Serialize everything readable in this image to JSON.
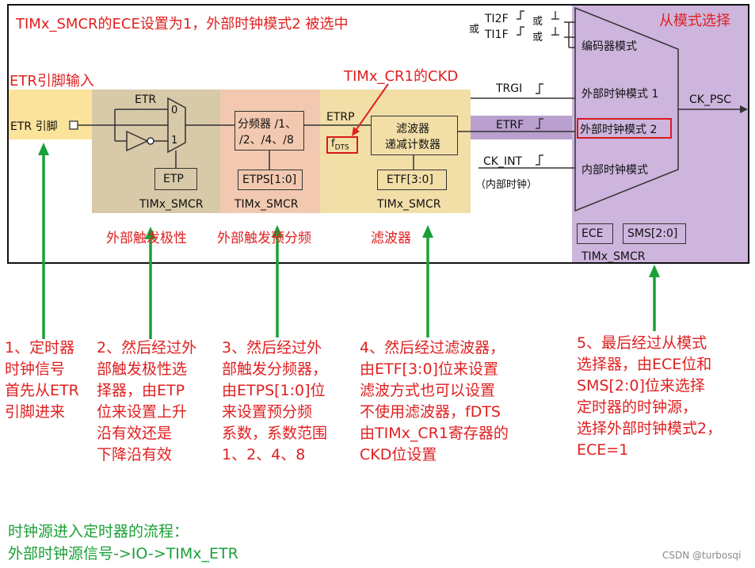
{
  "header": {
    "title": "TIMx_SMCR的ECE设置为1，外部时钟模式2 被选中",
    "slave_title": "从模式选择",
    "etr_input_title": "ETR引脚输入",
    "cr1_label": "TIMx_CR1的CKD"
  },
  "diagram": {
    "etr_pin": "ETR 引脚",
    "etr_label": "ETR",
    "mux_0": "0",
    "mux_1": "1",
    "etp": "ETP",
    "smcr_1": "TIMx_SMCR",
    "prescaler_line1": "分频器 /1、",
    "prescaler_line2": "/2、/4、/8",
    "etps": "ETPS[1:0]",
    "smcr_2": "TIMx_SMCR",
    "etrp": "ETRP",
    "fdts": "f",
    "fdts_sub": "DTS",
    "filter_line1": "滤波器",
    "filter_line2": "递减计数器",
    "etf": "ETF[3:0]",
    "smcr_3": "TIMx_SMCR",
    "or_label": "或",
    "ti2f": "TI2F",
    "ti1f": "TI1F",
    "or1": "或",
    "or2": "或",
    "trgi": "TRGI",
    "etrf": "ETRF",
    "ck_int": "CK_INT",
    "internal_clock": "（内部时钟）",
    "mode_encoder": "编码器模式",
    "mode_ext1": "外部时钟模式 1",
    "mode_ext2": "外部时钟模式 2",
    "mode_internal": "内部时钟模式",
    "ck_psc": "CK_PSC",
    "ece": "ECE",
    "sms": "SMS[2:0]",
    "smcr_4": "TIMx_SMCR"
  },
  "section_labels": {
    "polarity": "外部触发极性",
    "prescale": "外部触发预分频",
    "filter": "滤波器"
  },
  "notes": {
    "n1": [
      "1、定时器",
      "时钟信号",
      "首先从ETR",
      "引脚进来"
    ],
    "n2": [
      "2、然后经过外",
      "部触发极性选",
      "择器，由ETP",
      "位来设置上升",
      "沿有效还是",
      "下降沿有效"
    ],
    "n3": [
      "3、然后经过外",
      "部触发分频器，",
      "由ETPS[1:0]位",
      "来设置预分频",
      "系数，系数范围",
      "1、2、4、8"
    ],
    "n4": [
      "4、然后经过滤波器，",
      "由ETF[3:0]位来设置",
      "滤波方式也可以设置",
      "不使用滤波器，fDTS",
      "由TIMx_CR1寄存器的",
      "CKD位设置"
    ],
    "n5": [
      "5、最后经过从模式",
      "选择器，由ECE位和",
      "SMS[2:0]位来选择",
      "定时器的时钟源，",
      "选择外部时钟模式2，",
      "ECE=1"
    ]
  },
  "footer": {
    "line1": "时钟源进入定时器的流程：",
    "line2": "外部时钟源信号->IO->TIMx_ETR",
    "watermark": "CSDN @turbosqi"
  },
  "colors": {
    "accent_red": "#e02020",
    "arrow_green": "#1aa038",
    "slave_purple": "#cdb5dd",
    "polarity_bg": "#d8c9a8",
    "prescaler_bg": "#f2c9b0",
    "filter_bg": "#f2dfa8",
    "etr_bg": "#fbe39c",
    "etrf_band": "#b9a0cf"
  }
}
